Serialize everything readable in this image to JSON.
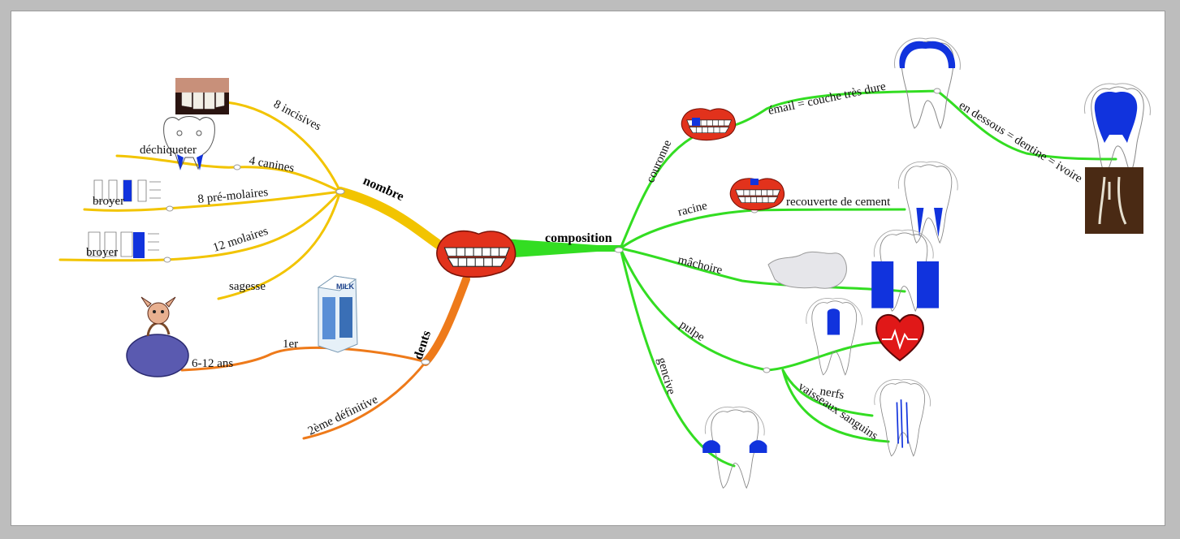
{
  "center": {
    "icon": "teeth-mouth-icon"
  },
  "branches": {
    "nombre": {
      "label": "nombre",
      "children": {
        "incisives": "8 incisives",
        "canines": "4 canines",
        "canines_use": "déchiqueter",
        "premolaires": "8 pré-molaires",
        "premolaires_use": "broyer",
        "molaires": "12 molaires",
        "molaires_use": "broyer",
        "sagesse": "sagesse"
      }
    },
    "dents": {
      "label": "dents",
      "children": {
        "premier": "1er",
        "premier_age": "6-12 ans",
        "definitive": "2ème définitive"
      }
    },
    "composition": {
      "label": "composition",
      "children": {
        "couronne": "couronne",
        "email": "émail = couche très dure",
        "dentine": "en dessous = dentine = ivoire",
        "racine": "racine",
        "cement": "recouverte de cement",
        "machoire": "mâchoire",
        "pulpe": "pulpe",
        "nerfs": "nerfs",
        "vaisseaux": "vaisseaux sanguins",
        "gencive": "gencive"
      }
    }
  },
  "images": {
    "milk_text": "MILK"
  },
  "colors": {
    "nombre": "#f2c400",
    "dents": "#ee7a1a",
    "composition": "#33dd22",
    "tooth_blue": "#1133dd",
    "heart_red": "#e01818"
  }
}
